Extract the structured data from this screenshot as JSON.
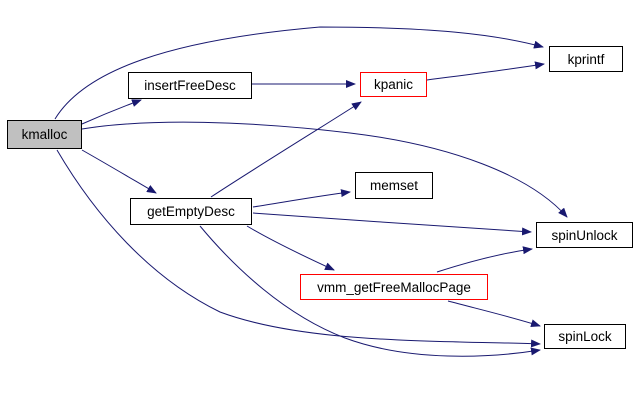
{
  "graph": {
    "type": "call-graph",
    "edge_color": "#191970",
    "highlight_fill": "#c0c0c0",
    "alert_border": "#ff0000",
    "nodes": [
      {
        "id": "kmalloc",
        "label": "kmalloc"
      },
      {
        "id": "insertFreeDesc",
        "label": "insertFreeDesc"
      },
      {
        "id": "kpanic",
        "label": "kpanic"
      },
      {
        "id": "kprintf",
        "label": "kprintf"
      },
      {
        "id": "memset",
        "label": "memset"
      },
      {
        "id": "getEmptyDesc",
        "label": "getEmptyDesc"
      },
      {
        "id": "spinUnlock",
        "label": "spinUnlock"
      },
      {
        "id": "vmm_getFreeMallocPage",
        "label": "vmm_getFreeMallocPage"
      },
      {
        "id": "spinLock",
        "label": "spinLock"
      }
    ],
    "edges": [
      {
        "from": "kmalloc",
        "to": "kprintf"
      },
      {
        "from": "kmalloc",
        "to": "insertFreeDesc"
      },
      {
        "from": "kmalloc",
        "to": "spinUnlock"
      },
      {
        "from": "kmalloc",
        "to": "getEmptyDesc"
      },
      {
        "from": "kmalloc",
        "to": "spinLock"
      },
      {
        "from": "insertFreeDesc",
        "to": "kpanic"
      },
      {
        "from": "kpanic",
        "to": "kprintf"
      },
      {
        "from": "getEmptyDesc",
        "to": "kpanic"
      },
      {
        "from": "getEmptyDesc",
        "to": "memset"
      },
      {
        "from": "getEmptyDesc",
        "to": "spinUnlock"
      },
      {
        "from": "getEmptyDesc",
        "to": "vmm_getFreeMallocPage"
      },
      {
        "from": "getEmptyDesc",
        "to": "spinLock"
      },
      {
        "from": "vmm_getFreeMallocPage",
        "to": "spinUnlock"
      },
      {
        "from": "vmm_getFreeMallocPage",
        "to": "spinLock"
      }
    ]
  }
}
